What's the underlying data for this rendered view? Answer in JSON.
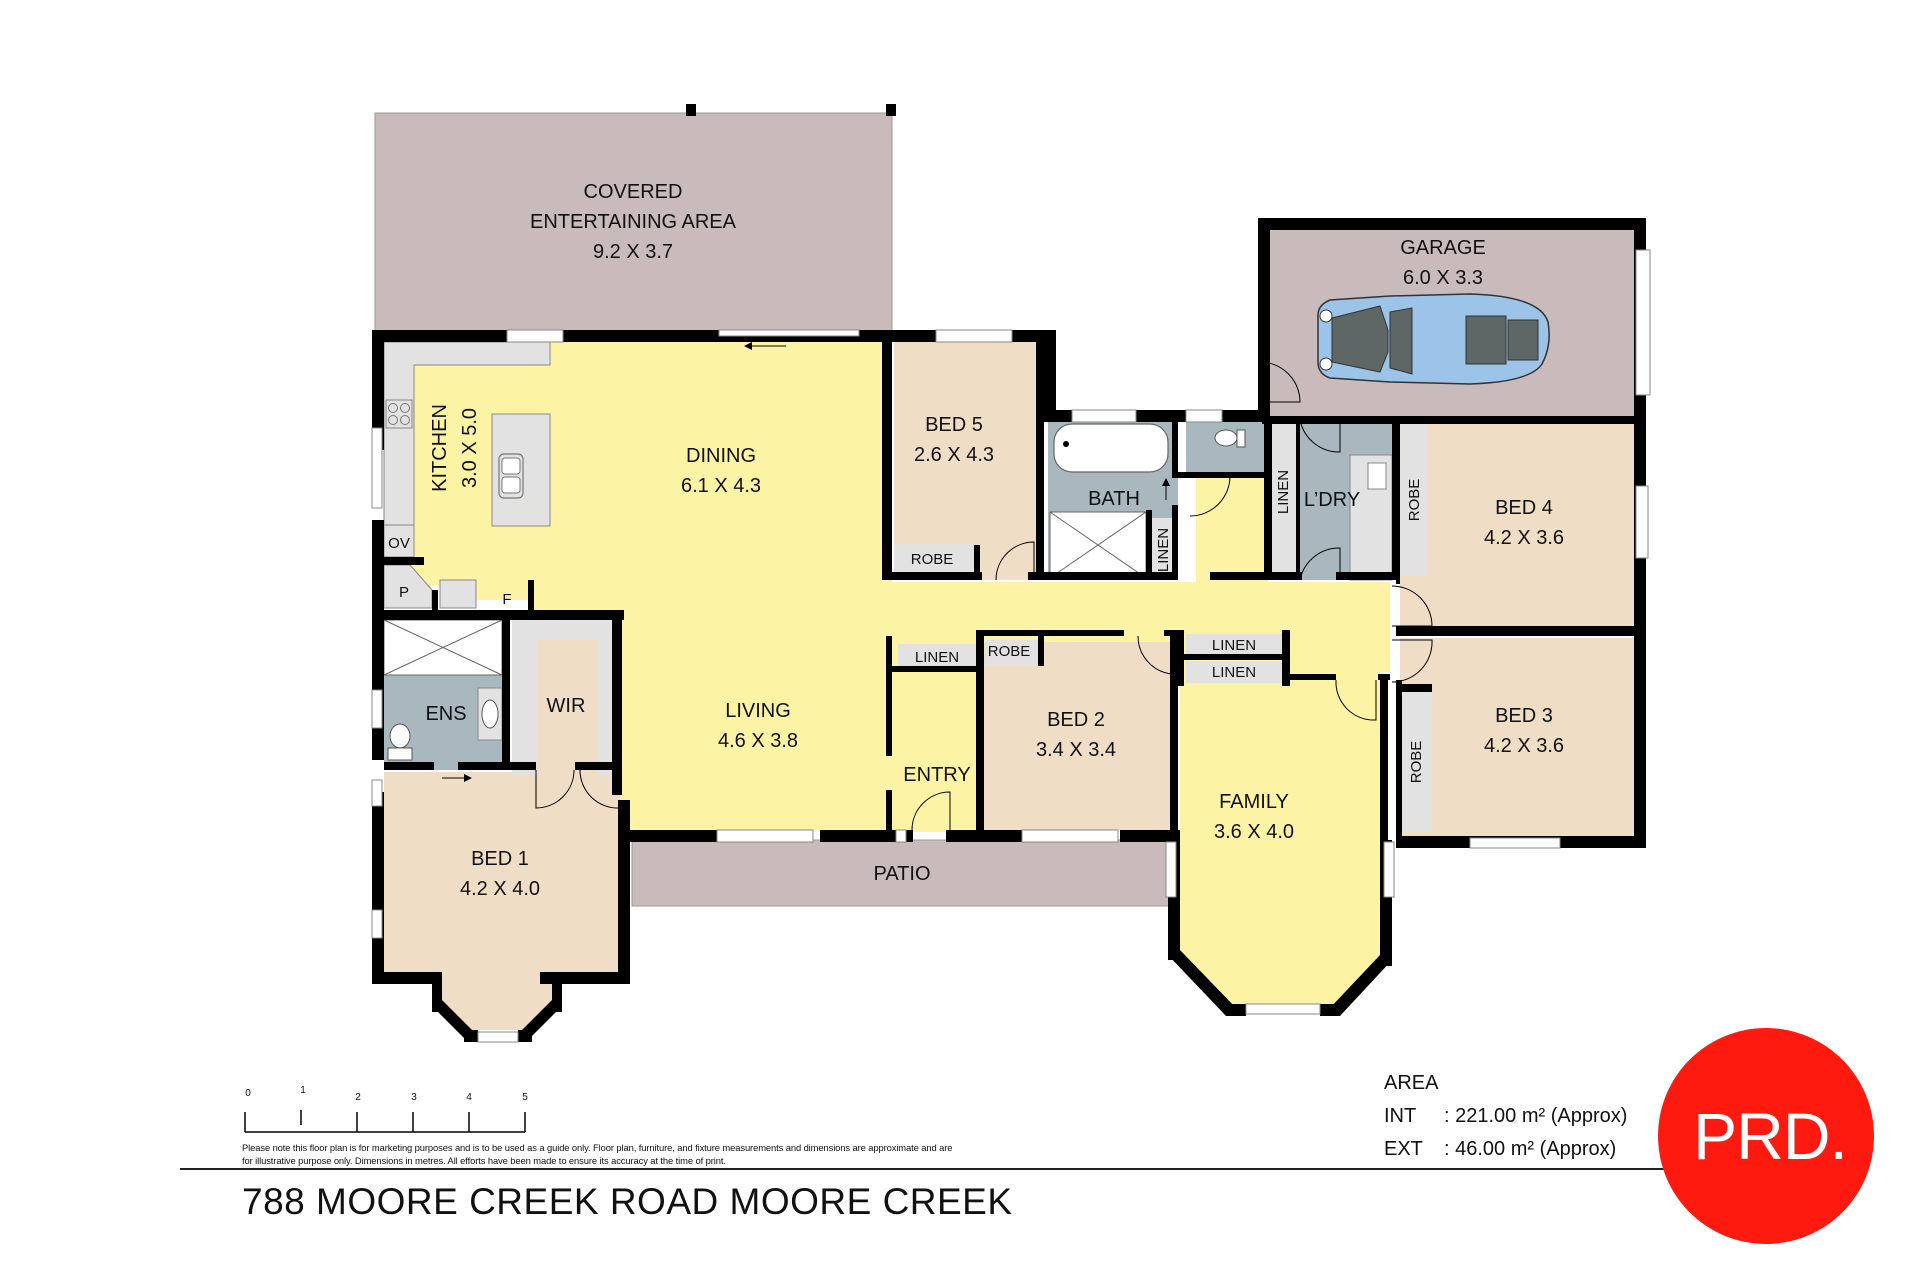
{
  "colors": {
    "wall": "#000000",
    "living_zone": "#fdf3a5",
    "bedroom_zone": "#f0ddc6",
    "wet_zone": "#a9b8bf",
    "outdoor_zone": "#c9bbbb",
    "joinery": "#e2e2e2",
    "car_body": "#9cc3e8",
    "brand_red": "#ff1a0f"
  },
  "rooms": {
    "covered": {
      "name_1": "COVERED",
      "name_2": "ENTERTAINING AREA",
      "size": "9.2 X 3.7"
    },
    "garage": {
      "name": "GARAGE",
      "size": "6.0 X 3.3"
    },
    "kitchen": {
      "name": "KITCHEN",
      "size": "3.0 X 5.0"
    },
    "dining": {
      "name": "DINING",
      "size": "6.1 X 4.3"
    },
    "bed5": {
      "name": "BED 5",
      "size": "2.6 X 4.3",
      "robe": "ROBE"
    },
    "bath": {
      "name": "BATH",
      "linen": "LINEN"
    },
    "laundry": {
      "name": "L’DRY",
      "linen": "LINEN"
    },
    "bed4": {
      "name": "BED 4",
      "size": "4.2 X 3.6",
      "robe": "ROBE"
    },
    "bed3": {
      "name": "BED 3",
      "size": "4.2 X 3.6",
      "robe": "ROBE"
    },
    "living": {
      "name": "LIVING",
      "size": "4.6 X 3.8"
    },
    "entry": {
      "name": "ENTRY",
      "linen": "LINEN"
    },
    "bed2": {
      "name": "BED 2",
      "size": "3.4 X 3.4",
      "robe": "ROBE"
    },
    "family": {
      "name": "FAMILY",
      "size": "3.6 X 4.0"
    },
    "hall_linen_1": "LINEN",
    "hall_linen_2": "LINEN",
    "ens": {
      "name": "ENS"
    },
    "wir": {
      "name": "WIR"
    },
    "bed1": {
      "name": "BED 1",
      "size": "4.2 X 4.0"
    },
    "patio": {
      "name": "PATIO"
    },
    "oven": "OV",
    "pantry": "P",
    "fridge": "F"
  },
  "scale": {
    "ticks": [
      "0",
      "1",
      "2",
      "3",
      "4",
      "5"
    ],
    "unit": "metres"
  },
  "footer": {
    "disclaimer": "Please note this floor plan is for marketing purposes and is to be used as a guide only. Floor plan, furniture, and fixture measurements and dimensions are approximate and are for illustrative purpose only. Dimensions in metres. All efforts have been made to ensure its accuracy at the time of print.",
    "address": "788 MOORE CREEK ROAD MOORE CREEK"
  },
  "area": {
    "title": "AREA",
    "int_label": "INT",
    "int_value": ": 221.00 m² (Approx)",
    "ext_label": "EXT",
    "ext_value": ": 46.00 m² (Approx)"
  },
  "brand": {
    "logo_text": "PRD."
  }
}
